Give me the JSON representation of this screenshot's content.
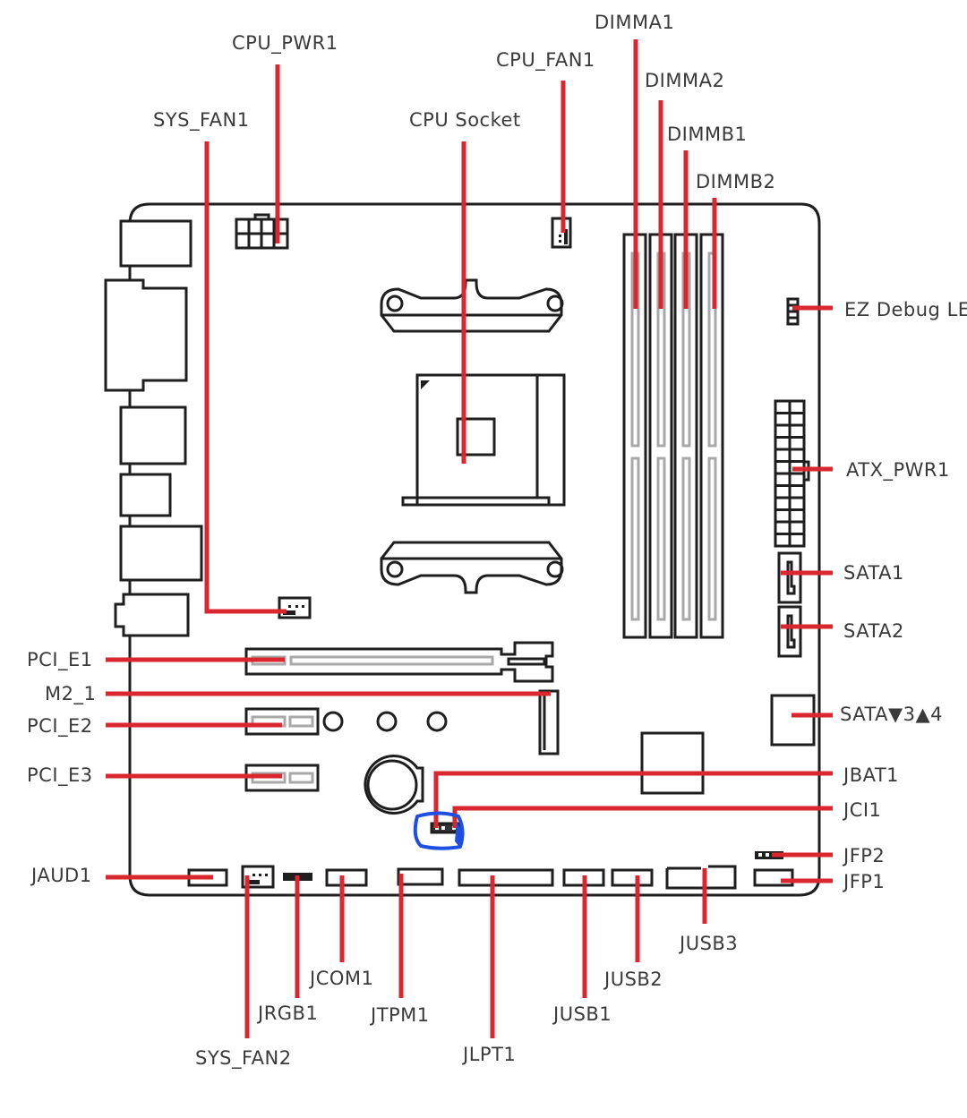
{
  "diagram": {
    "title": "Motherboard connector layout",
    "accent_color": "#d9262f",
    "outline_color": "#1e1e1e",
    "annotation_color": "#1f4fe0",
    "labels": {
      "cpu_pwr1": "CPU_PWR1",
      "cpu_fan1": "CPU_FAN1",
      "sys_fan1": "SYS_FAN1",
      "cpu_socket": "CPU Socket",
      "dimma1": "DIMMA1",
      "dimma2": "DIMMA2",
      "dimmb1": "DIMMB1",
      "dimmb2": "DIMMB2",
      "ez_debug_led": "EZ Debug LE",
      "atx_pwr1": "ATX_PWR1",
      "sata1": "SATA1",
      "sata2": "SATA2",
      "sata34": "SATA▼3▲4",
      "jbat1": "JBAT1",
      "jci1": "JCI1",
      "jfp2": "JFP2",
      "jfp1": "JFP1",
      "pci_e1": "PCI_E1",
      "m2_1": "M2_1",
      "pci_e2": "PCI_E2",
      "pci_e3": "PCI_E3",
      "jaud1": "JAUD1",
      "sys_fan2": "SYS_FAN2",
      "jrgb1": "JRGB1",
      "jcom1": "JCOM1",
      "jtpm1": "JTPM1",
      "jlpt1": "JLPT1",
      "jusb1": "JUSB1",
      "jusb2": "JUSB2",
      "jusb3": "JUSB3"
    },
    "highlight": {
      "target": "JCI1 / JBAT1 header",
      "style": "hand-drawn blue circle"
    }
  }
}
